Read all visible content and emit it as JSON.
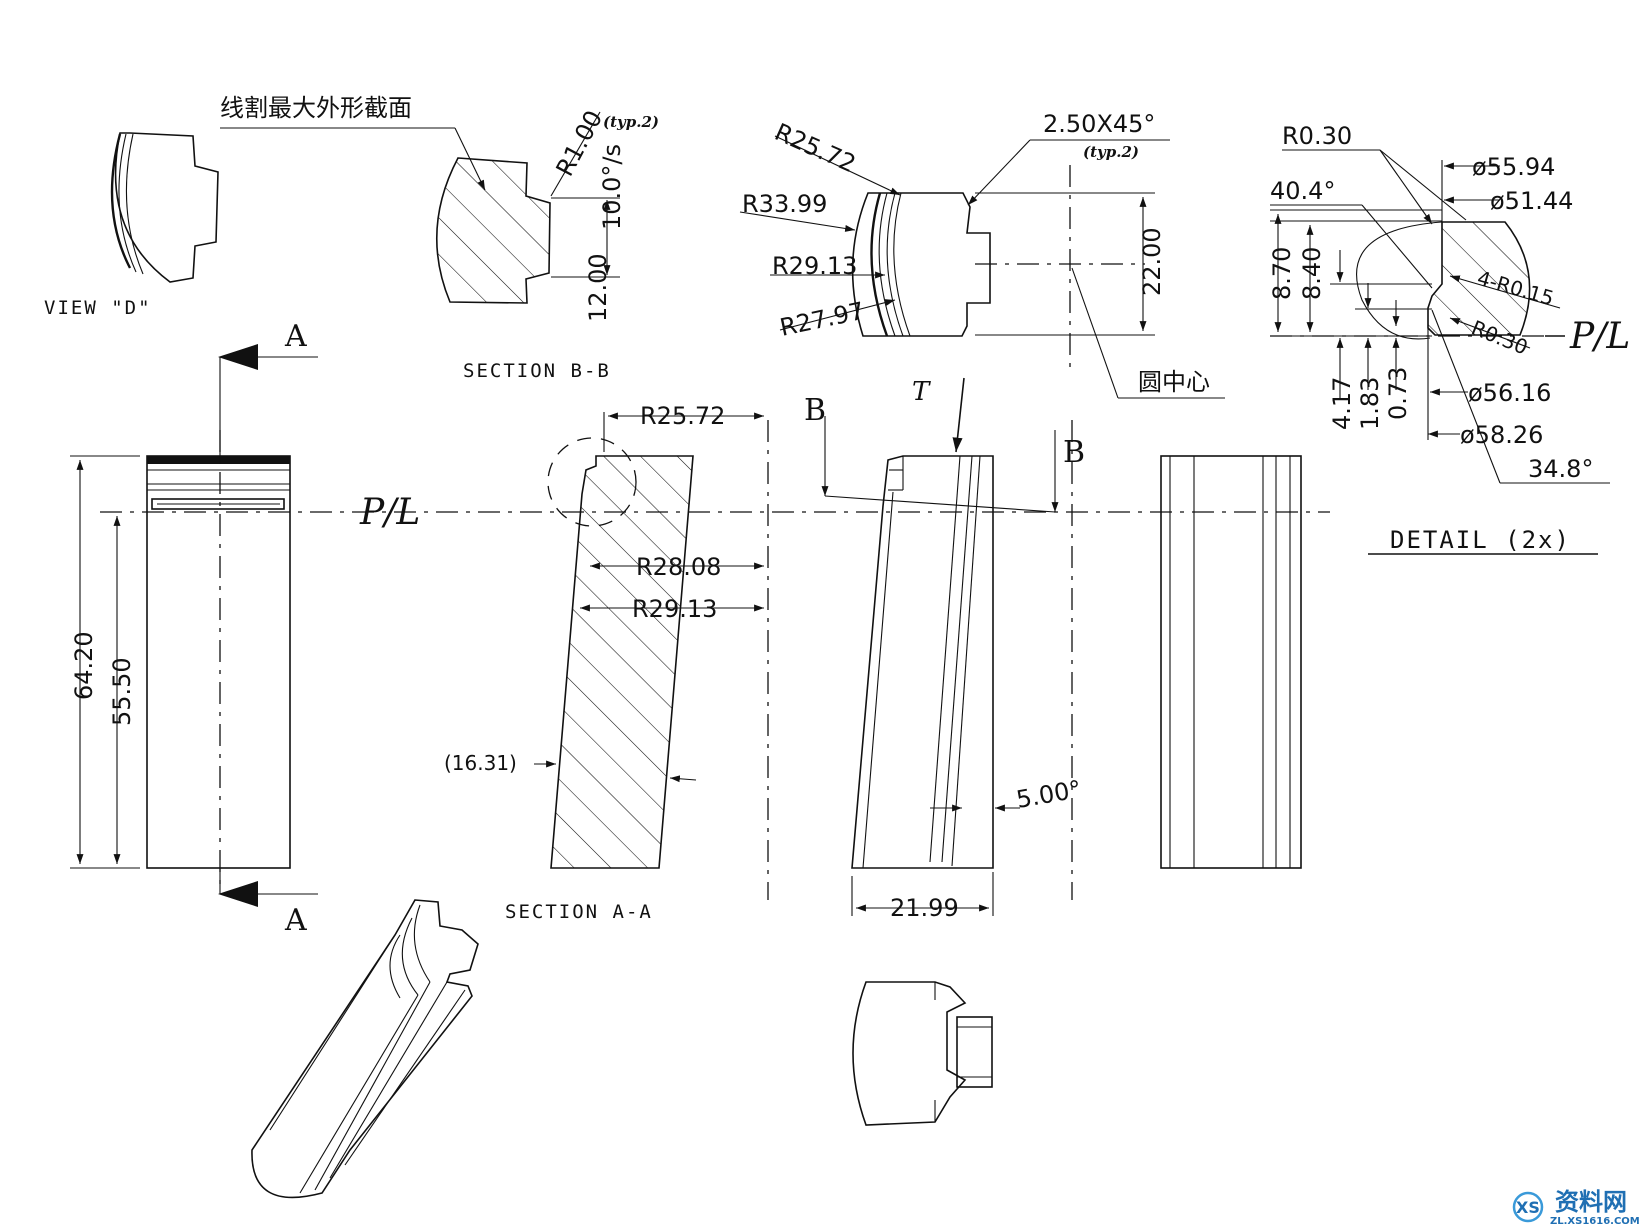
{
  "labels": {
    "view_d": "VIEW \"D\"",
    "section_bb": "SECTION  B-B",
    "section_aa": "SECTION  A-A",
    "detail": "DETAIL (2x)",
    "wire_cut_note": "线割最大外形截面",
    "circle_center_note": "圆中心",
    "typ2": "(typ.2)",
    "parting_line": "P/L",
    "section_a": "A",
    "section_b": "B",
    "view_t": "T"
  },
  "dimensions": {
    "bb_radius": "R1.00",
    "bb_angle": "10.0°/s",
    "bb_width": "12.00",
    "top_chamfer": "2.50X45°",
    "top_r1": "R25.72",
    "top_r2": "R33.99",
    "top_r3": "R29.13",
    "top_r4": "R27.97",
    "top_height": "22.00",
    "aa_r1": "R25.72",
    "aa_r2": "R28.08",
    "aa_r3": "R29.13",
    "aa_ref": "(16.31)",
    "side_width": "21.99",
    "side_angle": "5.00°",
    "front_total": "64.20",
    "front_below_pl": "55.50",
    "det_r030_top": "R0.30",
    "det_angle_top": "40.4°",
    "det_d1": "ø55.94",
    "det_d2": "ø51.44",
    "det_4r": "4-R0.15",
    "det_r030_bot": "R0.30",
    "det_d3": "ø56.16",
    "det_d4": "ø58.26",
    "det_angle_bot": "34.8°",
    "det_h1": "8.70",
    "det_h2": "8.40",
    "det_v1": "4.17",
    "det_v2": "1.83",
    "det_v3": "0.73"
  },
  "watermark": {
    "logo": "XS",
    "name": "资料网",
    "url": "ZL.XS1616.COM"
  }
}
